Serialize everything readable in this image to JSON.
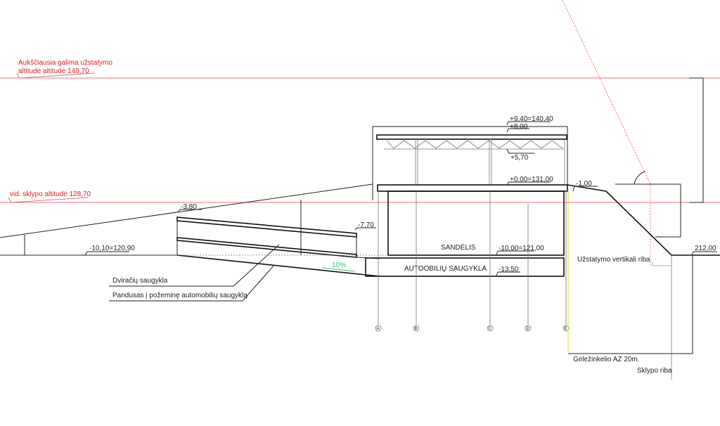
{
  "colors": {
    "limit_line": "#e02020",
    "slope_text": "#3cc47a",
    "boundary_line": "#e8e04a"
  },
  "limits": {
    "max_height_line1": "Aukščiausia galima užstatymo",
    "max_height_line2": "altitudė altitudė 148,70",
    "avg_site": "vid.  sklypo altitudė 128,70"
  },
  "levels": {
    "roof_top": "+9,40=140,40",
    "roof": "+8,00",
    "truss_bottom": "+5,70",
    "ground_floor": "+0,00=131,00",
    "right_step": "-1,00",
    "ramp_top": "-3,80",
    "ramp_end": "-7,70",
    "ground_left": "-10,10=120,90",
    "storage_floor": "-10,00=121,00",
    "parking_floor": "-13,50",
    "right_ground": "212,00"
  },
  "rooms": {
    "storage": "SANDĖLIS",
    "parking": "AUTOOBILIŲ SAUGYKLA"
  },
  "slope": "10%",
  "callouts": {
    "bike": "Dviračių saugykla",
    "ramp": "Pandusas į požeminę automobilių saugyklą",
    "vertical_limit": "Užstatymo vertikali riba",
    "rail_zone": "Geležinkelio AZ  20m.",
    "site_boundary": "Sklypo riba"
  },
  "axes": [
    "A",
    "B",
    "C",
    "D",
    "E"
  ]
}
